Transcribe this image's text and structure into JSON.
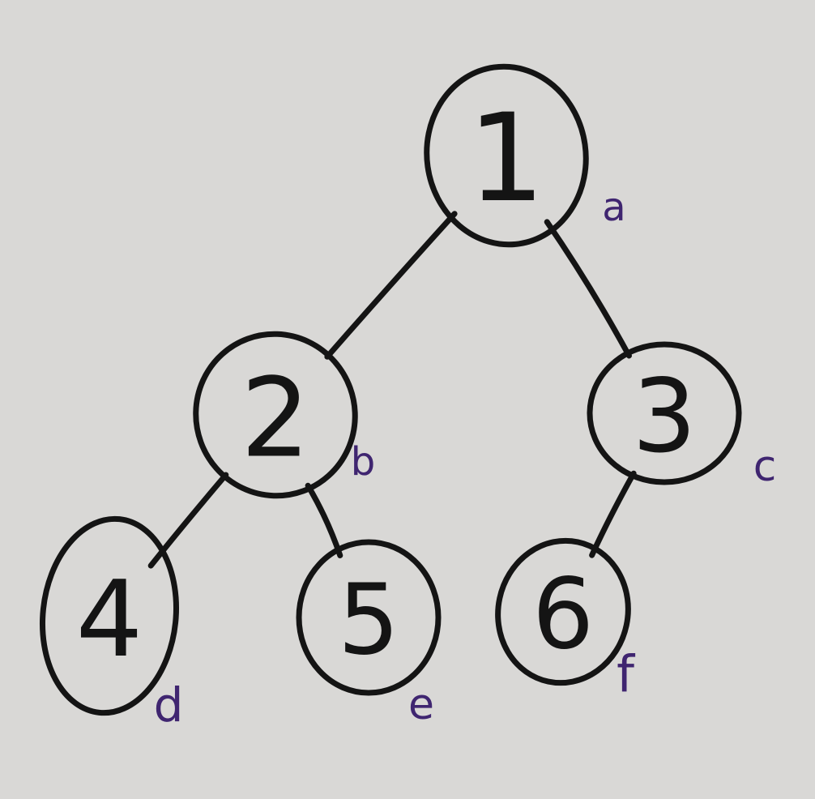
{
  "colors": {
    "paper": "#d9d8d6",
    "ink": "#141414",
    "letter_ink": "#3f2570"
  },
  "tree": {
    "nodes": [
      {
        "id": "a",
        "value": "1",
        "letter": "a"
      },
      {
        "id": "b",
        "value": "2",
        "letter": "b"
      },
      {
        "id": "c",
        "value": "3",
        "letter": "c"
      },
      {
        "id": "d",
        "value": "4",
        "letter": "d"
      },
      {
        "id": "e",
        "value": "5",
        "letter": "e"
      },
      {
        "id": "f",
        "value": "6",
        "letter": "f"
      }
    ],
    "edges": [
      {
        "from": "a",
        "to": "b"
      },
      {
        "from": "a",
        "to": "c"
      },
      {
        "from": "b",
        "to": "d"
      },
      {
        "from": "b",
        "to": "e"
      },
      {
        "from": "c",
        "to": "f"
      }
    ]
  }
}
